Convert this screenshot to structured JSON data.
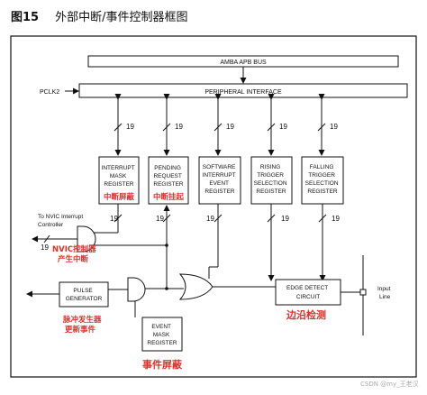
{
  "title": {
    "figure": "图15",
    "text": "外部中断/事件控制器框图"
  },
  "bus": {
    "amba": "AMBA APB BUS",
    "peripheral": "PERIPHERAL INTERFACE",
    "pclk": "PCLK2"
  },
  "bus_width": "19",
  "registers": [
    {
      "lines": [
        "INTERRUPT",
        "MASK",
        "REGISTER"
      ],
      "cn": "中断屏蔽"
    },
    {
      "lines": [
        "PENDING",
        "REQUEST",
        "REGISTER"
      ],
      "cn": "中断挂起"
    },
    {
      "lines": [
        "SOFTWARE",
        "INTERRUPT",
        "EVENT",
        "REGISTER"
      ],
      "cn": ""
    },
    {
      "lines": [
        "RISING",
        "TRIGGER",
        "SELECTION",
        "REGISTER"
      ],
      "cn": ""
    },
    {
      "lines": [
        "FALLING",
        "TRIGGER",
        "SELECTION",
        "REGISTER"
      ],
      "cn": ""
    }
  ],
  "nvic": {
    "lines": [
      "To NVIC Interrupt",
      "Controller"
    ],
    "cn1": "NVIC控制器",
    "cn2": "产生中断"
  },
  "pulse": {
    "lines": [
      "PULSE",
      "GENERATOR"
    ],
    "cn1": "脉冲发生器",
    "cn2": "更新事件"
  },
  "event_mask": {
    "lines": [
      "EVENT",
      "MASK",
      "REGISTER"
    ],
    "cn": "事件屏蔽"
  },
  "edge": {
    "lines": [
      "EDGE DETECT",
      "CIRCUIT"
    ],
    "cn": "边沿检测"
  },
  "input": {
    "lines": [
      "Input",
      "Line"
    ]
  },
  "watermark": "CSDN @my_王老汉"
}
